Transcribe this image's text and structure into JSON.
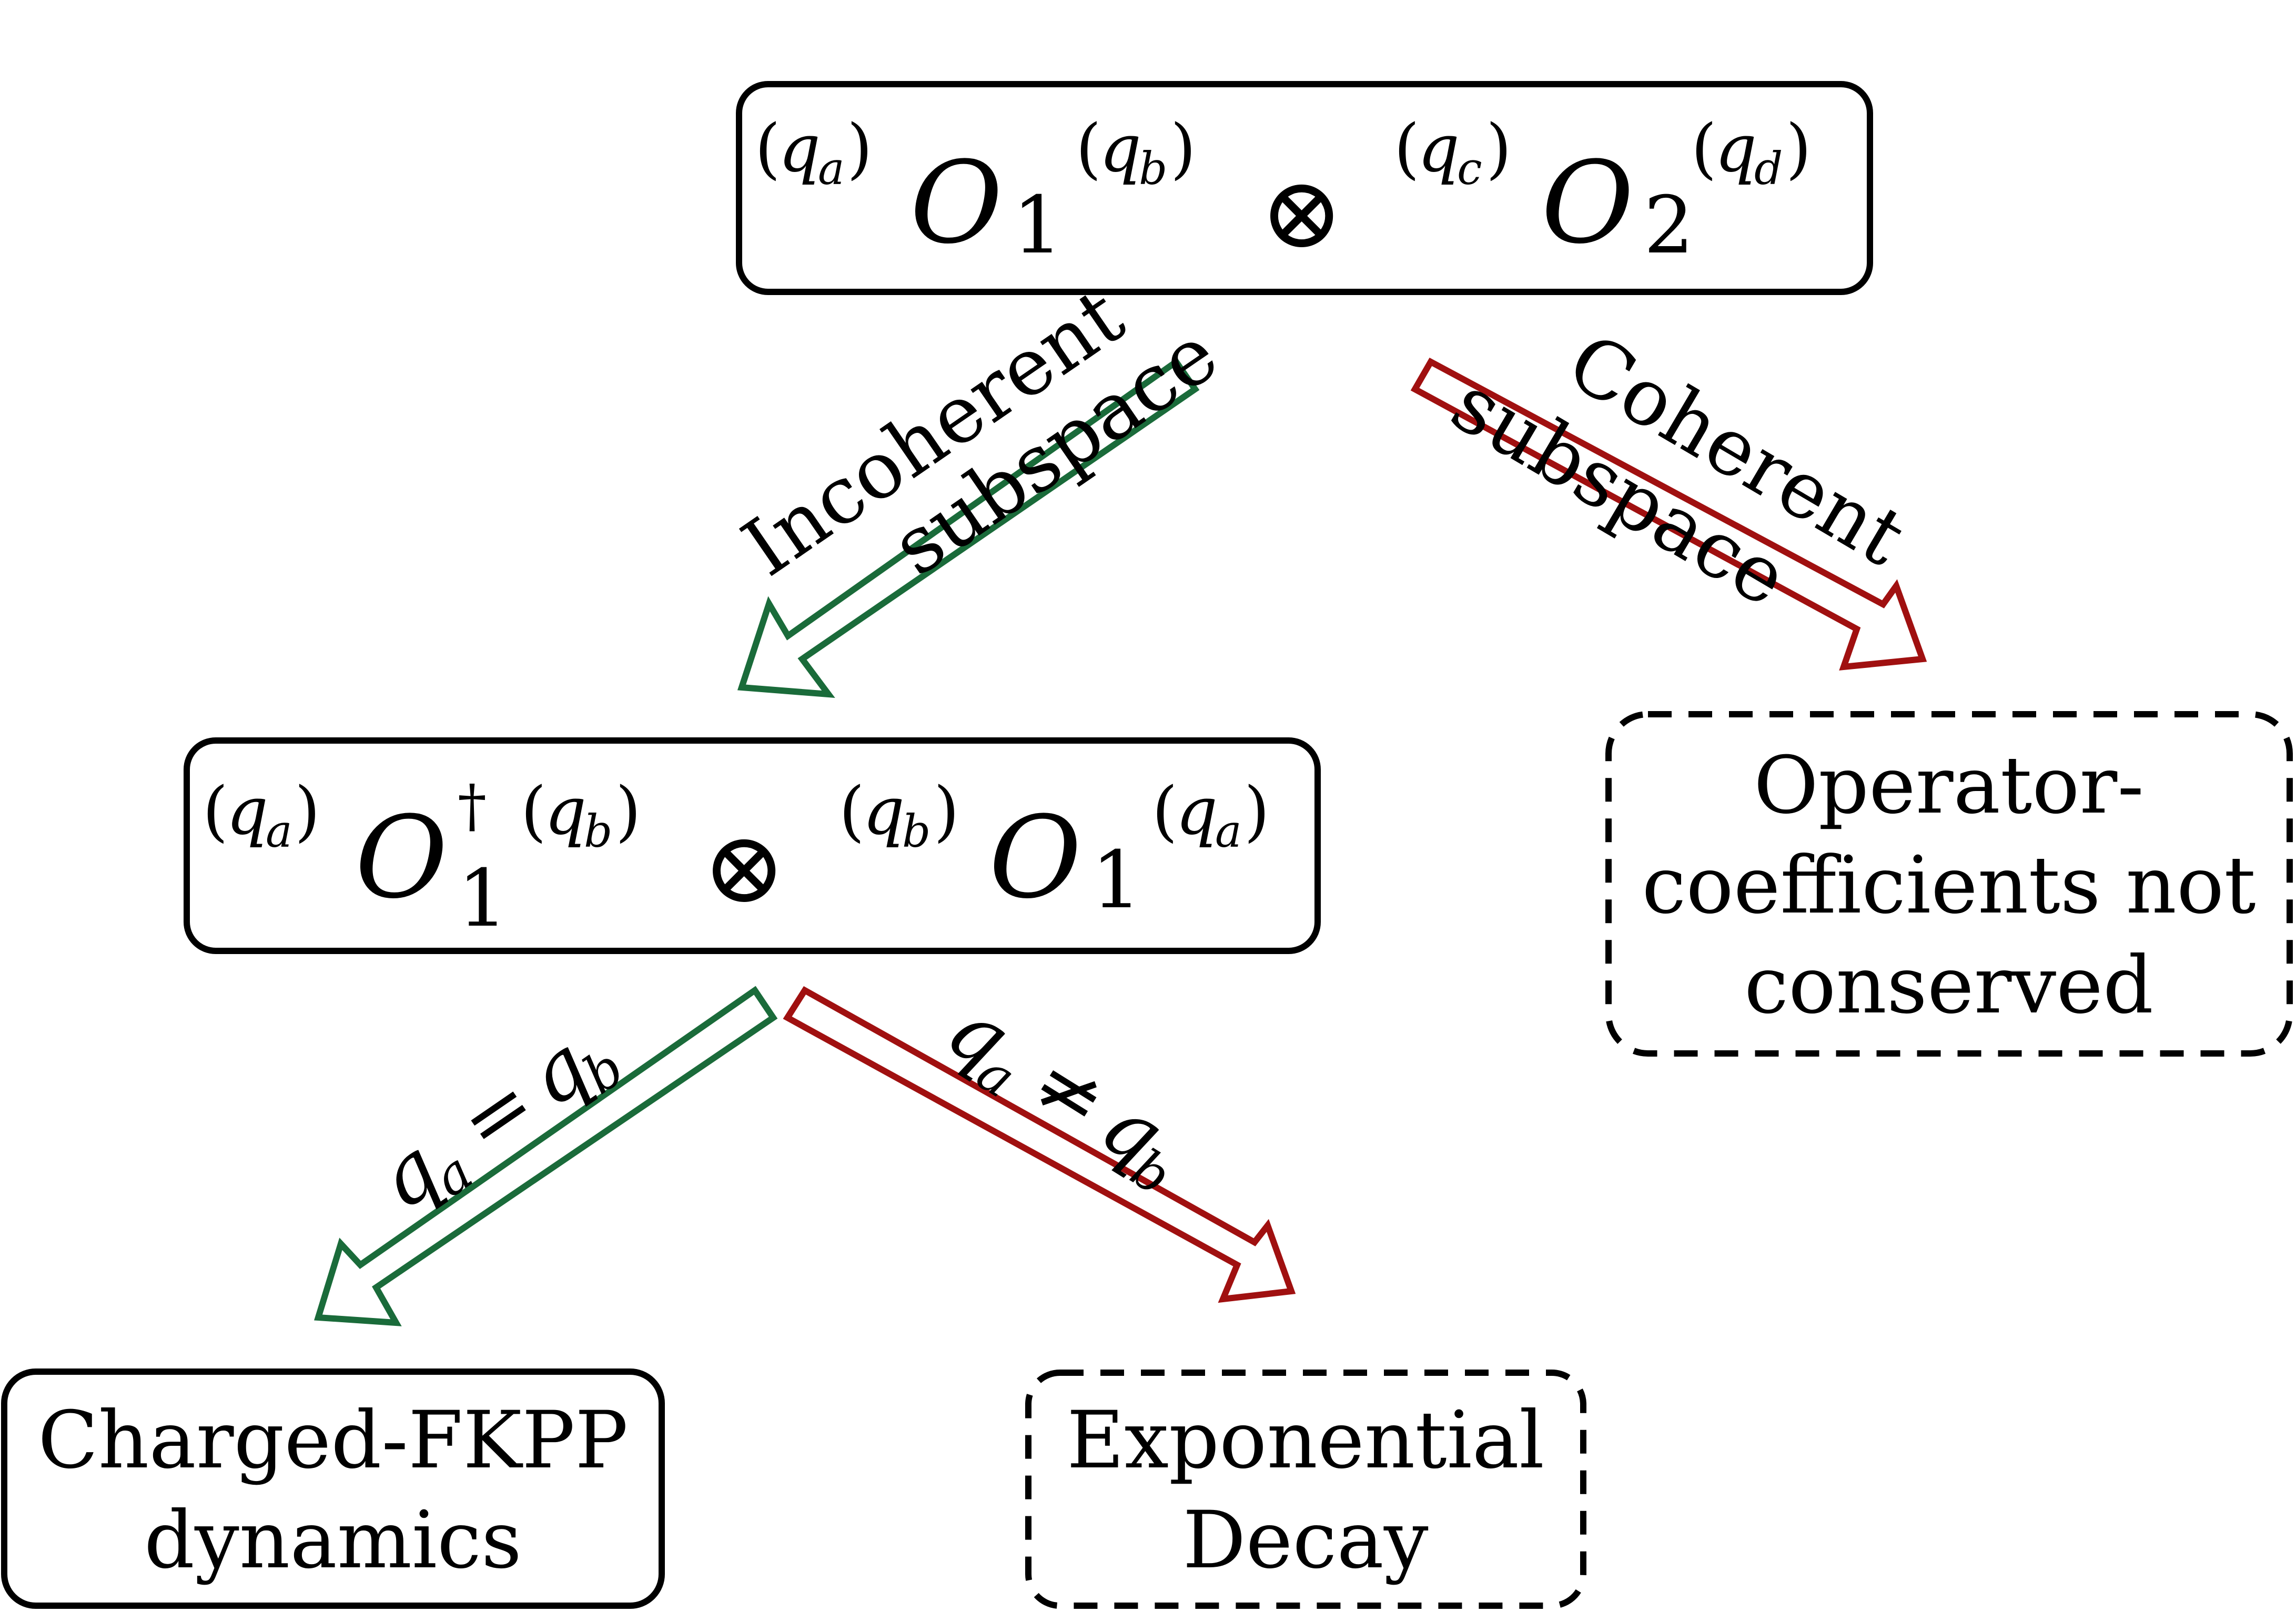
{
  "nodes": {
    "top": {
      "op1": "O",
      "op1_sub": "1",
      "op2": "O",
      "op2_sub": "2",
      "otimes": "⊗",
      "qa": "q",
      "qa_sub": "a",
      "qb": "q",
      "qb_sub": "b",
      "qc": "q",
      "qc_sub": "c",
      "qd": "q",
      "qd_sub": "d"
    },
    "middle": {
      "op1": "O",
      "op1_sub": "1",
      "op1_dagger": "†",
      "op2": "O",
      "op2_sub": "1",
      "otimes": "⊗",
      "qa": "q",
      "qa_sub": "a",
      "qb": "q",
      "qb_sub": "b"
    },
    "coherent_result": {
      "lines": [
        "Operator-",
        "coefficients not",
        "conserved"
      ]
    },
    "fkpp": {
      "lines": [
        "Charged-FKPP",
        "dynamics"
      ]
    },
    "decay": {
      "lines": [
        "Exponential",
        "Decay"
      ]
    }
  },
  "edges": {
    "incoherent": {
      "line1": "Incoherent",
      "line2": "subspace",
      "color": "#1a6b3a"
    },
    "coherent": {
      "line1": "Coherent",
      "line2": "subspace",
      "color": "#a01010"
    },
    "equal": {
      "q": "q",
      "sub": "a",
      "op": "=",
      "q2": "q",
      "sub2": "b",
      "color": "#1a6b3a"
    },
    "notequal": {
      "q": "q",
      "sub": "a",
      "op": "≠",
      "q2": "q",
      "sub2": "b",
      "color": "#a01010"
    }
  }
}
